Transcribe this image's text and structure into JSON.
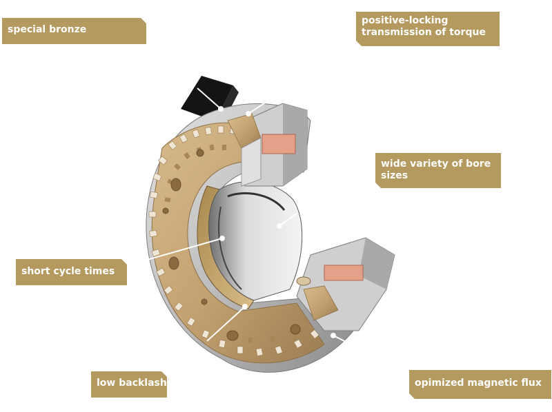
{
  "labels": {
    "special_bronze": "special bronze",
    "torque_line1": "positive-locking",
    "torque_line2": "transmission of torque",
    "bore_line1": "wide variety of bore",
    "bore_line2": "sizes",
    "cycle": "short cycle times",
    "backlash": "low backlash",
    "flux": "opimized magnetic flux"
  },
  "colors": {
    "callout_bg": "#b49a5f",
    "callout_text": "#ffffff",
    "bronze": "#c9a877",
    "steel": "#b8b8b8",
    "coil": "#e6a08a",
    "leader": "#ffffff"
  },
  "icons": [
    "electromagnetic-tooth-clutch-cutaway"
  ]
}
